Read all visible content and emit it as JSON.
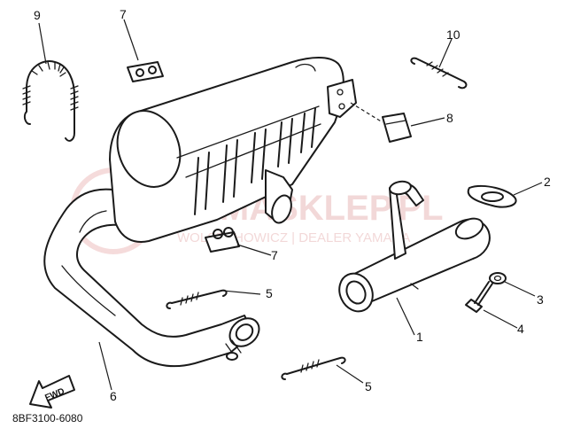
{
  "diagram": {
    "part_code": "8BF3100-6080",
    "fwd_label": "FWD",
    "watermark": {
      "main": "YAMASKLEP.PL",
      "sub": "WOLSZCHOWICZ | DEALER YAMAHA"
    },
    "callouts": [
      {
        "id": "1",
        "label": "1"
      },
      {
        "id": "2",
        "label": "2"
      },
      {
        "id": "3",
        "label": "3"
      },
      {
        "id": "4",
        "label": "4"
      },
      {
        "id": "5a",
        "label": "5"
      },
      {
        "id": "5b",
        "label": "5"
      },
      {
        "id": "6",
        "label": "6"
      },
      {
        "id": "7a",
        "label": "7"
      },
      {
        "id": "7b",
        "label": "7"
      },
      {
        "id": "8",
        "label": "8"
      },
      {
        "id": "9",
        "label": "9"
      },
      {
        "id": "10",
        "label": "10"
      }
    ]
  }
}
